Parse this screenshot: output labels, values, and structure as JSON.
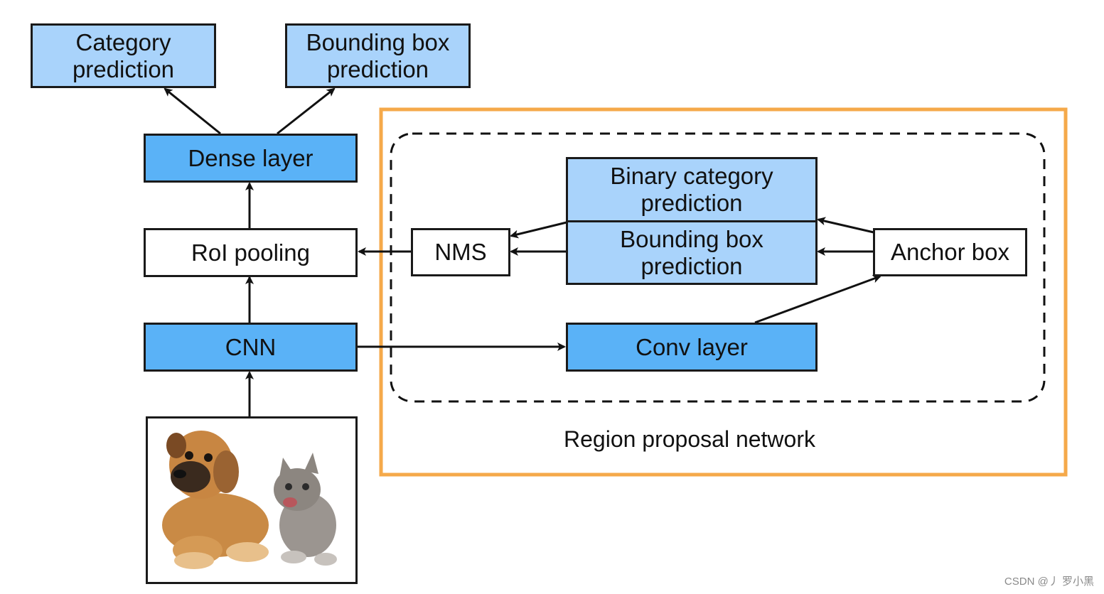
{
  "boxes": {
    "category_prediction": [
      "Category",
      "prediction"
    ],
    "bounding_box_prediction_top": [
      "Bounding box",
      "prediction"
    ],
    "dense_layer": "Dense layer",
    "roi_pooling": "RoI pooling",
    "cnn": "CNN",
    "nms": "NMS",
    "binary_category_prediction": [
      "Binary category",
      "prediction"
    ],
    "bounding_box_prediction_rpn": [
      "Bounding box",
      "prediction"
    ],
    "anchor_box": "Anchor box",
    "conv_layer": "Conv layer"
  },
  "region_label": "Region proposal network",
  "watermark": "CSDN @丿 罗小黑",
  "colors": {
    "light_blue": "#a9d3fb",
    "dark_blue": "#5ab2f7",
    "orange_border": "#f5a94a",
    "border": "#1a1a1a"
  },
  "image": {
    "icon": "puppy-and-kitten-photo"
  }
}
